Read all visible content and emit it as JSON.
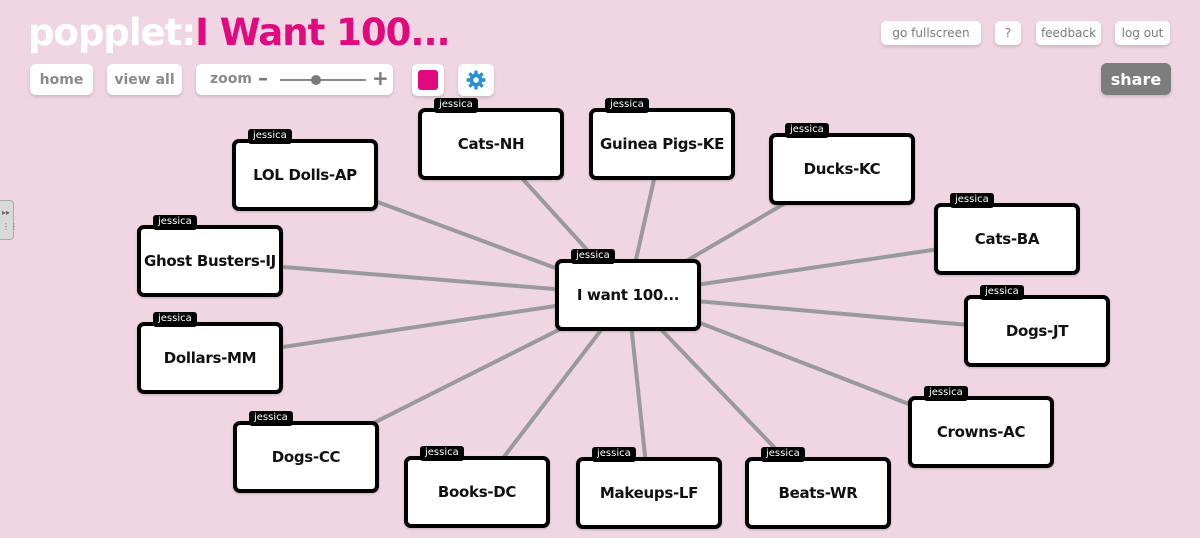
{
  "header": {
    "brand": "popplet",
    "separator": ":",
    "title": "I Want 100..."
  },
  "toolbar": {
    "home": "home",
    "view_all": "view all",
    "zoom_label": "zoom",
    "zoom_minus": "–",
    "zoom_plus": "+",
    "zoom_level": 0.42,
    "swatch_color": "#e0097d",
    "gear_color": "#2a8fd6"
  },
  "topbar": {
    "fullscreen": "go fullscreen",
    "help": "?",
    "feedback": "feedback",
    "logout": "log out",
    "share": "share"
  },
  "colors": {
    "background": "#efd6e2",
    "accent": "#e0097d",
    "line": "#9a9a9a"
  },
  "author": "jessica",
  "center": {
    "label": "I want 100...",
    "author": "jessica"
  },
  "popples": [
    {
      "label": "LOL Dolls-AP",
      "author": "jessica"
    },
    {
      "label": "Cats-NH",
      "author": "jessica"
    },
    {
      "label": "Guinea Pigs-KE",
      "author": "jessica"
    },
    {
      "label": "Ducks-KC",
      "author": "jessica"
    },
    {
      "label": "Cats-BA",
      "author": "jessica"
    },
    {
      "label": "Dogs-JT",
      "author": "jessica"
    },
    {
      "label": "Crowns-AC",
      "author": "jessica"
    },
    {
      "label": "Beats-WR",
      "author": "jessica"
    },
    {
      "label": "Makeups-LF",
      "author": "jessica"
    },
    {
      "label": "Books-DC",
      "author": "jessica"
    },
    {
      "label": "Dogs-CC",
      "author": "jessica"
    },
    {
      "label": "Dollars-MM",
      "author": "jessica"
    },
    {
      "label": "Ghost Busters-IJ",
      "author": "jessica"
    }
  ]
}
